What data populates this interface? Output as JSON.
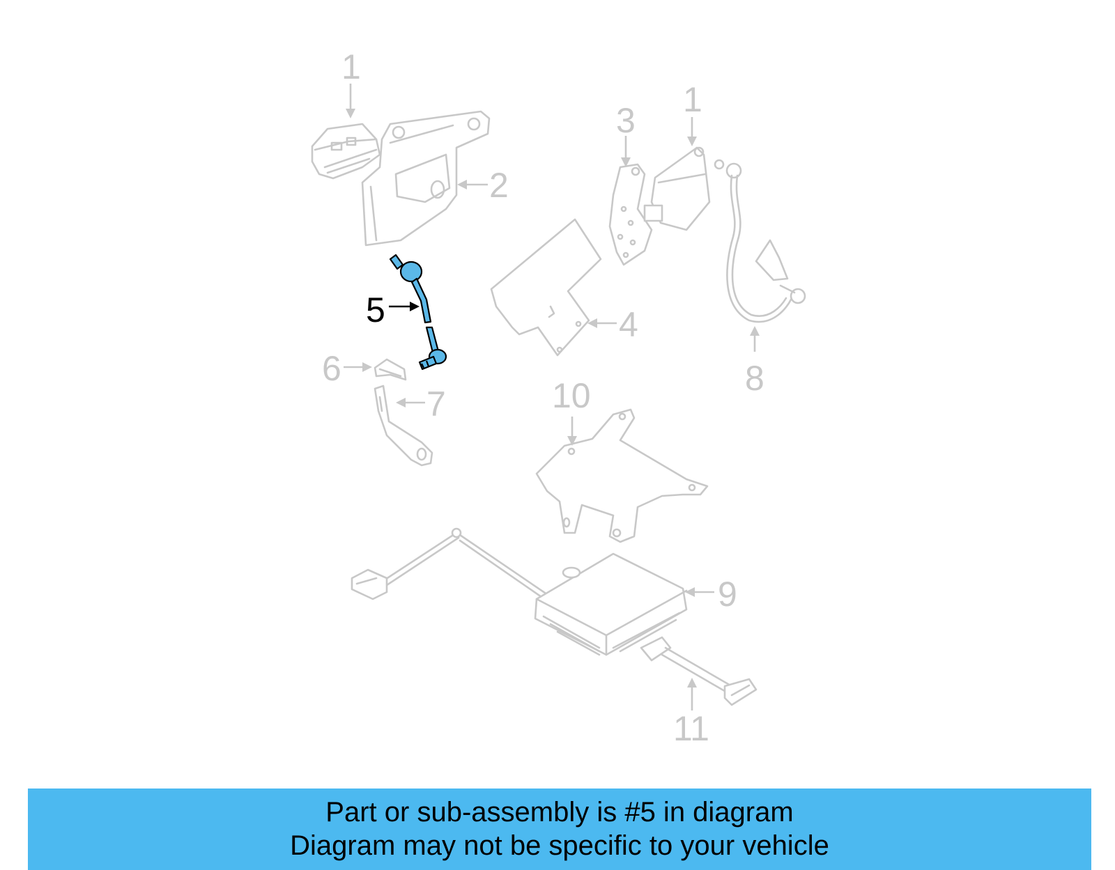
{
  "highlight_color": "#5bb8e8",
  "part_line_color": "#c8c8c8",
  "banner_color": "#4cb9f0",
  "callouts": {
    "c1a": "1",
    "c1b": "1",
    "c2": "2",
    "c3": "3",
    "c4": "4",
    "c5": "5",
    "c6": "6",
    "c7": "7",
    "c8": "8",
    "c9": "9",
    "c10": "10",
    "c11": "11"
  },
  "banner": {
    "line1": "Part or sub-assembly is #5 in diagram",
    "line2": "Diagram may not be specific to your vehicle"
  }
}
